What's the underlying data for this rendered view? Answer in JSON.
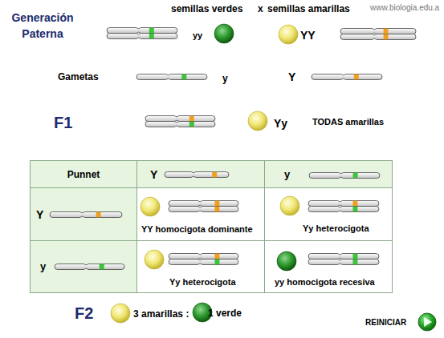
{
  "diagram": {
    "nodes": [
      {
        "text": [
          "Punnet"
        ]
      },
      {
        "text": [
          "Y"
        ]
      },
      {
        "text": [
          "y"
        ]
      },
      {
        "text": [
          "Y"
        ]
      },
      {
        "text": [
          "YY homocigota dominante"
        ]
      },
      {
        "text": [
          "Yy heterocigota"
        ]
      },
      {
        "text": [
          "y"
        ]
      },
      {
        "text": [
          "Yy heterocigota"
        ]
      },
      {
        "text": [
          "yy homocigota recesiva"
        ]
      }
    ],
    "labels": [
      "Generación Paterna",
      "semillas verdes",
      "x",
      "semillas amarillas",
      "www.biologia.edu.a",
      "yy",
      "YY",
      "Gametas",
      "y",
      "Y",
      "F1",
      "Yy",
      "TODAS amarillas",
      "F2",
      "3 amarillas :",
      "1 verde",
      "REINICIAR"
    ]
  }
}
